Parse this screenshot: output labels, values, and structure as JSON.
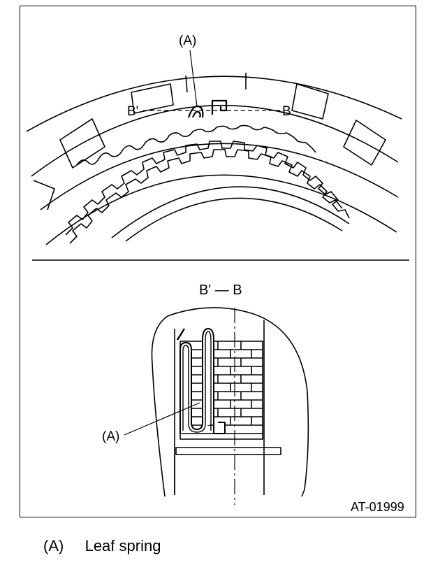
{
  "top_view": {
    "callout_a": "(A)",
    "section_left": "B'",
    "section_right": "B"
  },
  "section_view": {
    "title": "B' — B",
    "callout_a": "(A)"
  },
  "figure_code": "AT-01999",
  "legend": {
    "key": "(A)",
    "text": "Leaf spring"
  }
}
